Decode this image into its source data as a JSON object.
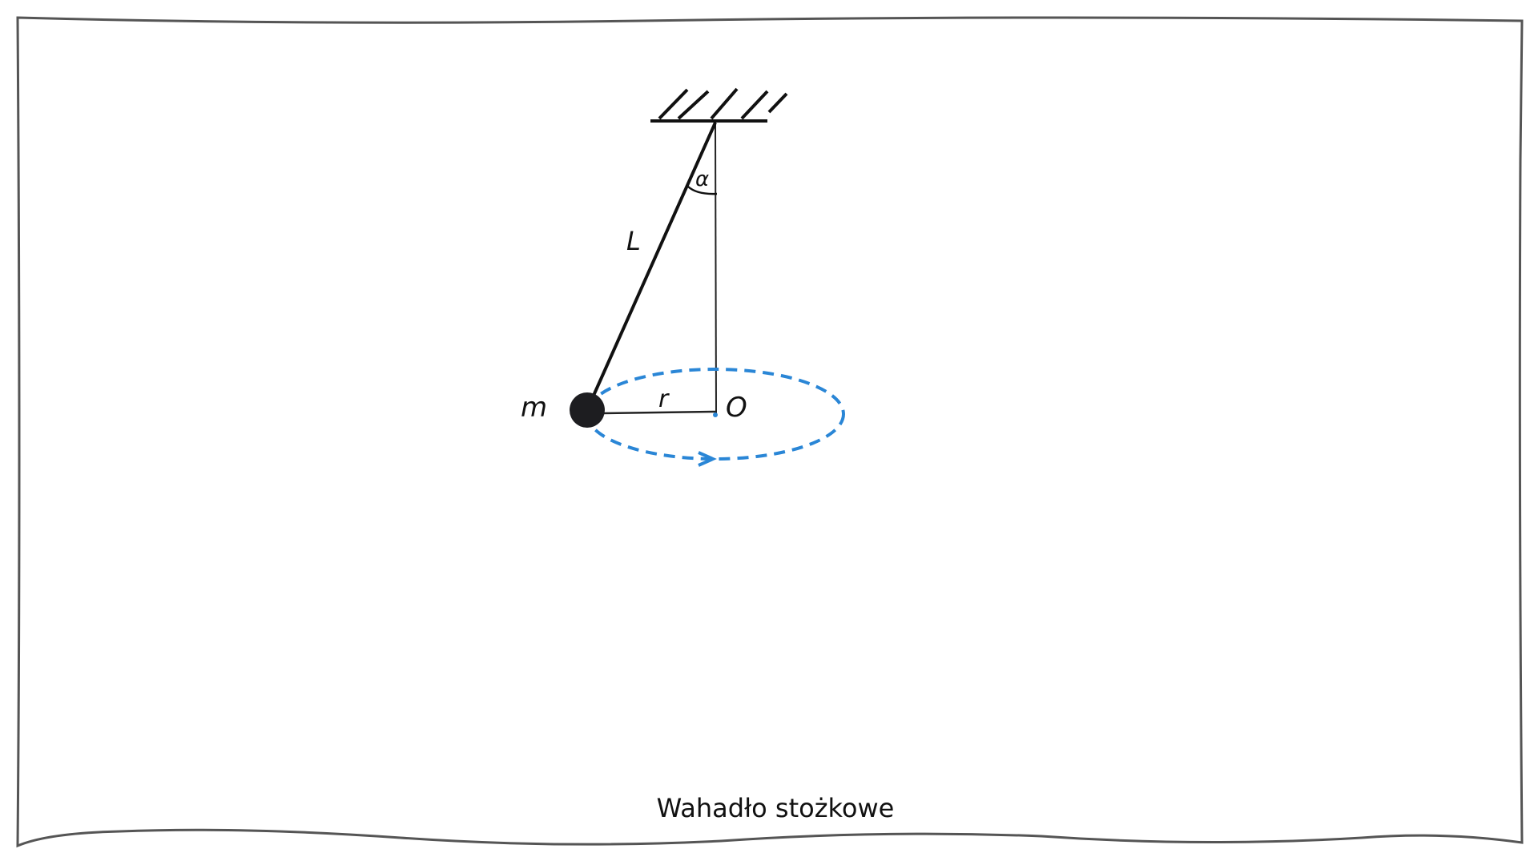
{
  "diagram": {
    "title": "Wahadło stożkowe",
    "labels": {
      "length": "L",
      "angle": "α",
      "mass": "m",
      "radius": "r",
      "center": "O"
    },
    "colors": {
      "ink": "#111111",
      "orbit": "#2a86d6",
      "frame": "#555555"
    }
  }
}
